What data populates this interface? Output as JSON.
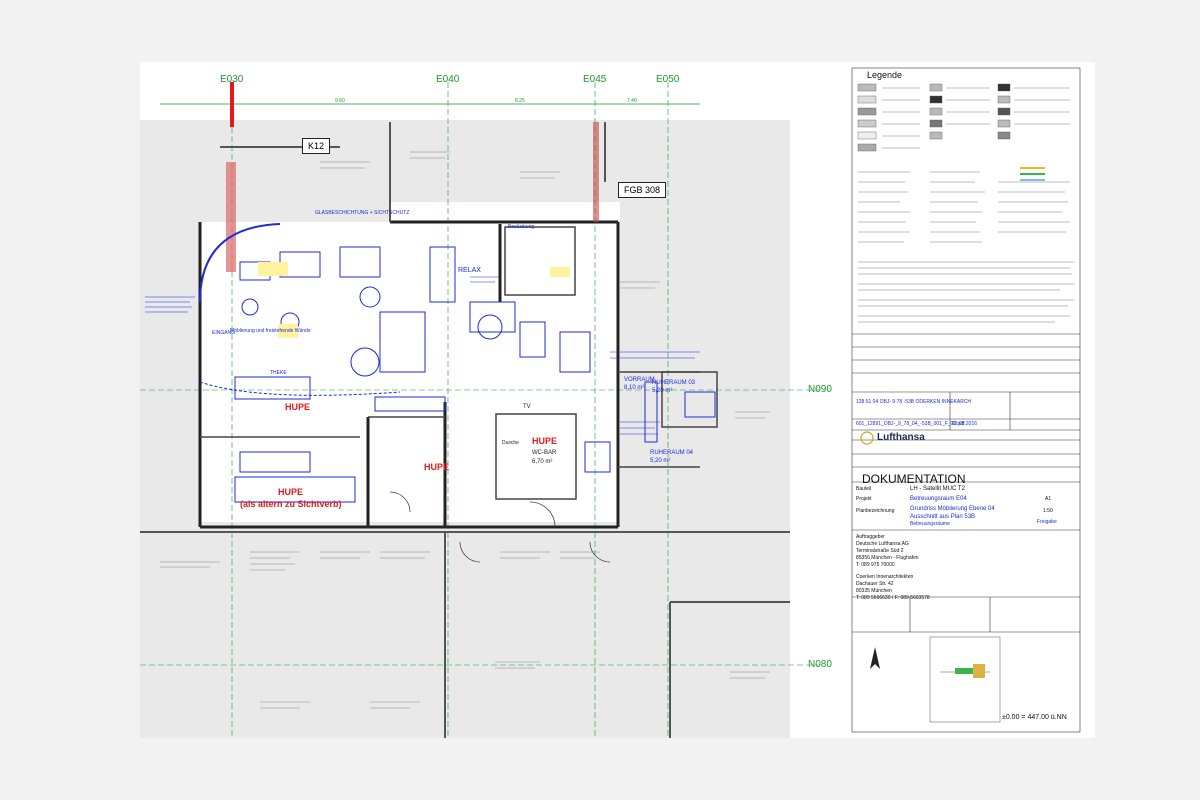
{
  "grid": {
    "columns": [
      "E030",
      "E040",
      "E045",
      "E050"
    ],
    "rows": [
      "N090",
      "N080"
    ],
    "dims": [
      "9.60",
      "8.25",
      "7.40"
    ]
  },
  "rooms": {
    "k12": "K12",
    "fgb308": "FGB 308",
    "relax": "RELAX",
    "ruheraum03": "RUHERAUM 03",
    "ruheraum03_area": "5,20 m²",
    "ruheraum04": "RUHERAUM 04",
    "ruheraum04_area": "5,20 m²",
    "vorraum": "VORRAUM",
    "vorraum_area": "8,10 m²",
    "wc_bar": "WC-BAR",
    "wc_area": "6,70 m²",
    "tv": "TV",
    "dusche": "Dusche"
  },
  "annotations": {
    "hupe1": "HUPE",
    "hupe2": "HUPE",
    "hupe3": "HUPE",
    "hupe3_sub": "(als altern zu Sichtverb)",
    "eingang": "EINGANG",
    "glas": "GLASBESCHICHTUNG + SICHTSCHUTZ",
    "moeblierung": "Möblierung und freistehende Wände",
    "bestueckung": "Bestückung",
    "theke": "THEKE"
  },
  "legend": {
    "title": "Legende"
  },
  "titleblock": {
    "plan_no": "128.51 04 OBJ- 9 78 -53B ODERKEN INNEKARCH",
    "file": "601_12891_OBJ-_9_78_04_-53B_001_F_00.pdf",
    "date": "02.05.2016",
    "brand": "Lufthansa",
    "dok": "DOKUMENTATION",
    "bauteil_k": "Bauteil",
    "bauteil_v": "LH - Satellit MUC T2",
    "projekt_k": "Projekt",
    "projekt_v": "Betreuungsraum E04",
    "plan_k": "Planbezeichnung",
    "plan_v1": "Grundriss Möblierung Ebene 04",
    "plan_v2": "Ausschnitt aus Plan 53B",
    "plan_v3": "Betreuungsräume",
    "status": "Freigabe",
    "massstab": "1:50",
    "format": "A1",
    "auftrag": "Auftraggeber",
    "client1": "Deutsche Lufthansa AG",
    "client2": "Terminalstraße Süd 2",
    "client3": "85356 München - Flughafen",
    "client4": "T: 089 975 70000",
    "arch1": "Coerken Innenarchitekten",
    "arch2": "Dachauer Str. 42",
    "arch3": "80335 München",
    "arch4": "T: 089 5606630 / F: 089 5603578",
    "elev": "±0.00 = 447.00 ü.NN"
  }
}
